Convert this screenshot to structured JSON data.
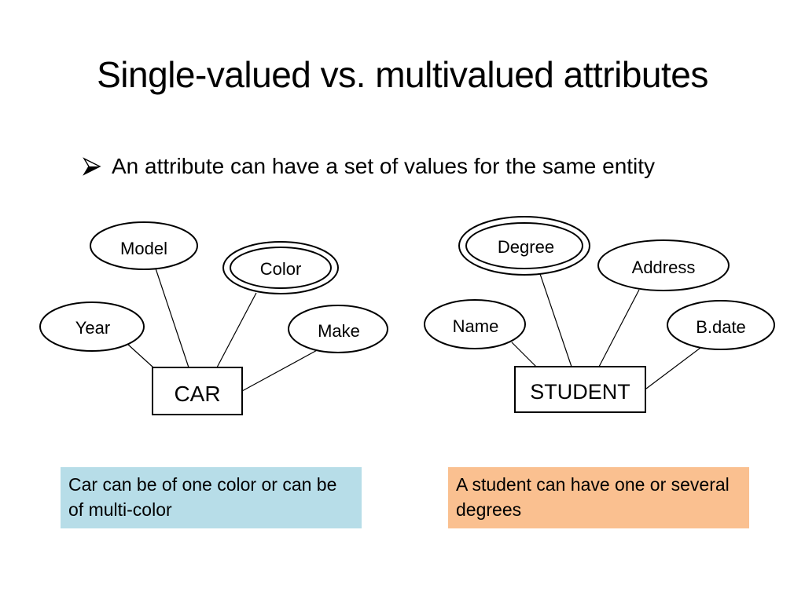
{
  "slide": {
    "title": "Single-valued vs. multivalued attributes",
    "bullet": {
      "icon": "arrowhead-bullet-icon",
      "text": "An attribute can have a set of values for the same entity"
    }
  },
  "diagrams": {
    "car": {
      "entity": "CAR",
      "attributes": [
        {
          "label": "Model",
          "multivalued": false
        },
        {
          "label": "Color",
          "multivalued": true
        },
        {
          "label": "Year",
          "multivalued": false
        },
        {
          "label": "Make",
          "multivalued": false
        }
      ]
    },
    "student": {
      "entity": "STUDENT",
      "attributes": [
        {
          "label": "Degree",
          "multivalued": true
        },
        {
          "label": "Address",
          "multivalued": false
        },
        {
          "label": "Name",
          "multivalued": false
        },
        {
          "label": "B.date",
          "multivalued": false
        }
      ]
    }
  },
  "notes": {
    "car": {
      "text": "Car can be of one color or can be of multi-color",
      "color": "#b7dde8"
    },
    "student": {
      "text": "A student can have one or several degrees",
      "color": "#fac090"
    }
  }
}
